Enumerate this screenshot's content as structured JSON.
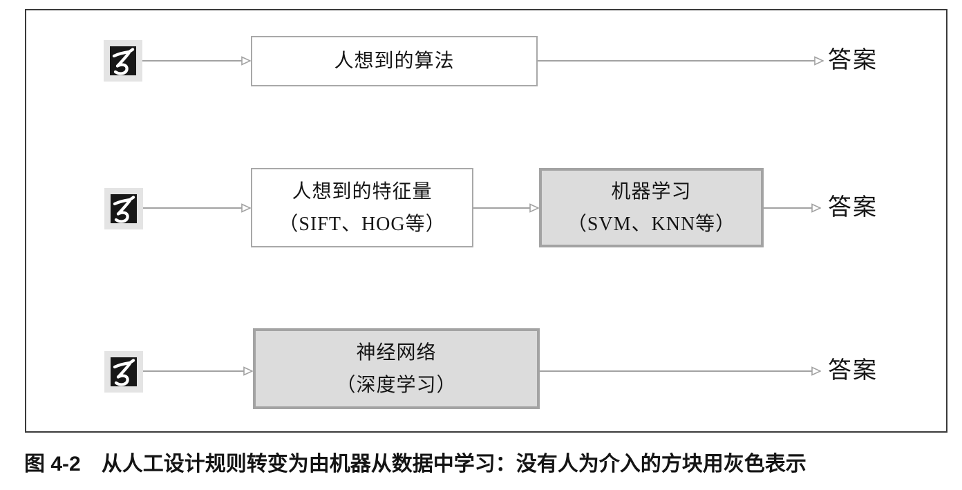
{
  "figure": {
    "caption_label": "图 4-2",
    "caption_text": "从人工设计规则转变为由机器从数据中学习：没有人为介入的方块用灰色表示"
  },
  "rows": [
    {
      "input": {
        "icon": "mnist-digit-5"
      },
      "boxes": [
        {
          "variant": "manual",
          "lines": [
            "人想到的算法"
          ]
        }
      ],
      "answer": "答案"
    },
    {
      "input": {
        "icon": "mnist-digit-5"
      },
      "boxes": [
        {
          "variant": "manual",
          "lines": [
            "人想到的特征量",
            "（SIFT、HOG等）"
          ]
        },
        {
          "variant": "machine",
          "lines": [
            "机器学习",
            "（SVM、KNN等）"
          ]
        }
      ],
      "answer": "答案"
    },
    {
      "input": {
        "icon": "mnist-digit-5"
      },
      "boxes": [
        {
          "variant": "machine",
          "lines": [
            "神经网络",
            "（深度学习）"
          ]
        }
      ],
      "answer": "答案"
    }
  ],
  "colors": {
    "manual_box_fill": "#ffffff",
    "manual_box_border": "#a8a8a8",
    "machine_box_fill": "#dcdcdc",
    "machine_box_border": "#a3a3a3",
    "arrow": "#a2a2a2",
    "frame_border": "#3a3a3a",
    "digit_tile_bg": "#e4e4e4",
    "digit_ink_bg": "#171717",
    "digit_stroke": "#ffffff",
    "text": "#151515"
  }
}
